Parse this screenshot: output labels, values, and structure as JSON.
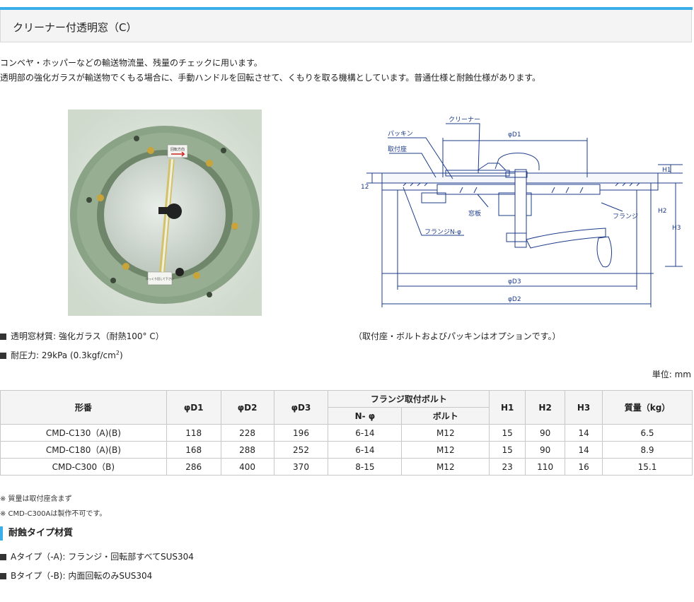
{
  "page": {
    "title": "クリーナー付透明窓（C）",
    "intro": [
      "コンベヤ・ホッパーなどの輸送物流量、残量のチェックに用います。",
      "透明部の強化ガラスが輸送物でくもる場合に、手動ハンドルを回転させて、くもりを取る機構としています。普通仕様と耐蝕仕様があります。"
    ]
  },
  "photo": {
    "label_rotation": "回転方向",
    "label_caution": "ゆっくり回して下さい"
  },
  "drawing": {
    "labels": {
      "cleaner": "クリーナー",
      "packing": "パッキン",
      "mount": "取付座",
      "d1": "φD1",
      "h1": "H1",
      "h2": "H2",
      "h3": "H3",
      "twelve": "12",
      "window": "窓板",
      "flange": "フランジ",
      "flange_n": "フランジN-φ",
      "d3": "φD3",
      "d2": "φD2"
    }
  },
  "specs": {
    "material": "透明窓材質: 強化ガラス（耐熱100° C）",
    "pressure": "耐圧力: 29kPa (0.3kgf/cm",
    "pressure_sup": "2",
    "pressure_end": ")",
    "option_note": "（取付座・ボルトおよびパッキンはオプションです。）",
    "unit": "単位: mm"
  },
  "table": {
    "headers": {
      "model": "形番",
      "d1": "φD1",
      "d2": "φD2",
      "d3": "φD3",
      "flange_bolt": "フランジ取付ボルト",
      "n_phi": "N- φ",
      "bolt": "ボルト",
      "h1": "H1",
      "h2": "H2",
      "h3": "H3",
      "mass": "質量（kg）"
    },
    "rows": [
      {
        "model": "CMD-C130（A)(B)",
        "d1": "118",
        "d2": "228",
        "d3": "196",
        "n_phi": "6-14",
        "bolt": "M12",
        "h1": "15",
        "h2": "90",
        "h3": "14",
        "mass": "6.5"
      },
      {
        "model": "CMD-C180（A)(B)",
        "d1": "168",
        "d2": "288",
        "d3": "252",
        "n_phi": "6-14",
        "bolt": "M12",
        "h1": "15",
        "h2": "90",
        "h3": "14",
        "mass": "8.9"
      },
      {
        "model": "CMD-C300（B)",
        "d1": "286",
        "d2": "400",
        "d3": "370",
        "n_phi": "8-15",
        "bolt": "M12",
        "h1": "23",
        "h2": "110",
        "h3": "16",
        "mass": "15.1"
      }
    ]
  },
  "footnotes": [
    "※ 質量は取付座含まず",
    "※ CMD-C300Aは製作不可です。"
  ],
  "corrosion": {
    "heading": "耐蝕タイプ材質",
    "items": [
      "Aタイプ（-A): フランジ・回転部すべてSUS304",
      "Bタイプ（-B): 内面回転のみSUS304"
    ]
  },
  "colors": {
    "accent": "#3aaee8",
    "flange_green": "#8fa68a",
    "drawing_blue": "#1d3b8a"
  }
}
